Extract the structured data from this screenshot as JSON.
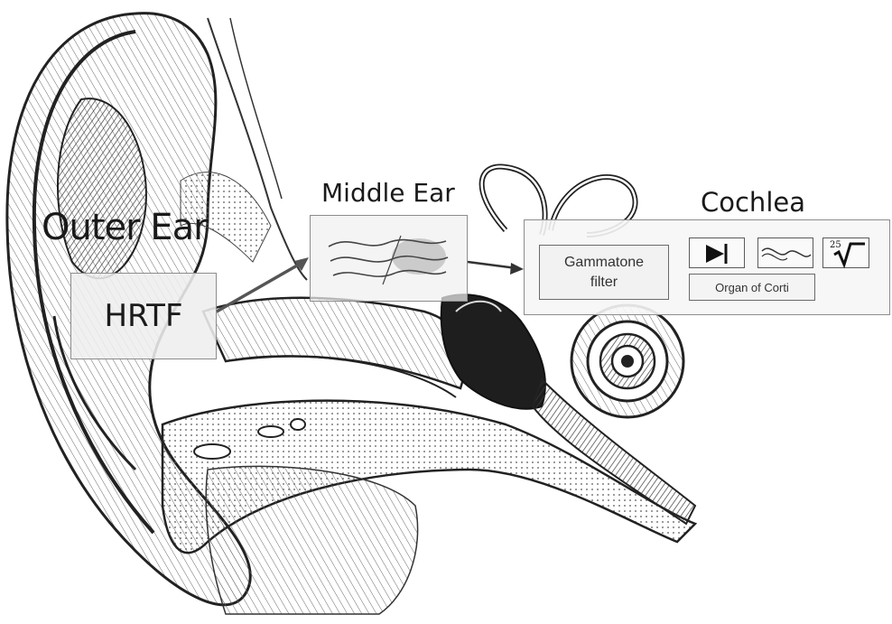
{
  "labels": {
    "outer_ear": "Outer Ear",
    "middle_ear": "Middle Ear",
    "cochlea": "Cochlea"
  },
  "hrtf": {
    "label": "HRTF"
  },
  "cochlea_model": {
    "gammatone_line1": "Gammatone",
    "gammatone_line2": "filter",
    "compression_exponent": "25",
    "organ_of_corti": "Organ of Corti"
  },
  "icons": {
    "rectifier": "diode-rectifier-icon",
    "lowpass": "sine-wave-icon",
    "compression": "root-compression-icon"
  }
}
